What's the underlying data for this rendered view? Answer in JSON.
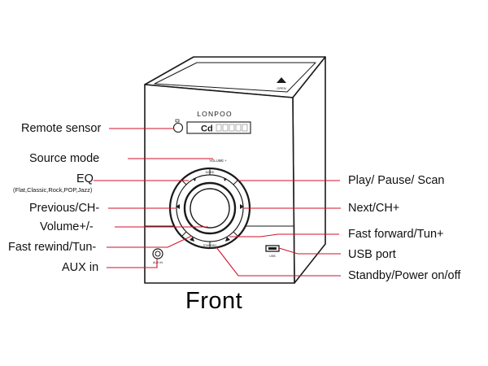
{
  "device": {
    "brand": "LONPOO",
    "display_text": "Cd",
    "volume_label": "VOLUME +",
    "source_label": "MODE",
    "standby_label": "STANDBY",
    "usb_label": "USB",
    "aux_label": "AUX IN",
    "open_label": "OPEN"
  },
  "labels": {
    "left": [
      {
        "text": "Remote sensor"
      },
      {
        "text": "Source mode"
      },
      {
        "text": "EQ",
        "sub": "(Flat,Classic,Rock,POP,Jazz)"
      },
      {
        "text": "Previous/CH-"
      },
      {
        "text": "Volume+/-"
      },
      {
        "text": "Fast rewind/Tun-"
      },
      {
        "text": "AUX in"
      }
    ],
    "right": [
      {
        "text": "Play/ Pause/ Scan"
      },
      {
        "text": "Next/CH+"
      },
      {
        "text": "Fast forward/Tun+"
      },
      {
        "text": "USB port"
      },
      {
        "text": "Standby/Power on/off"
      }
    ]
  },
  "caption": "Front",
  "colors": {
    "leader_line": "#d0112b",
    "outline": "#1a1a1a"
  }
}
